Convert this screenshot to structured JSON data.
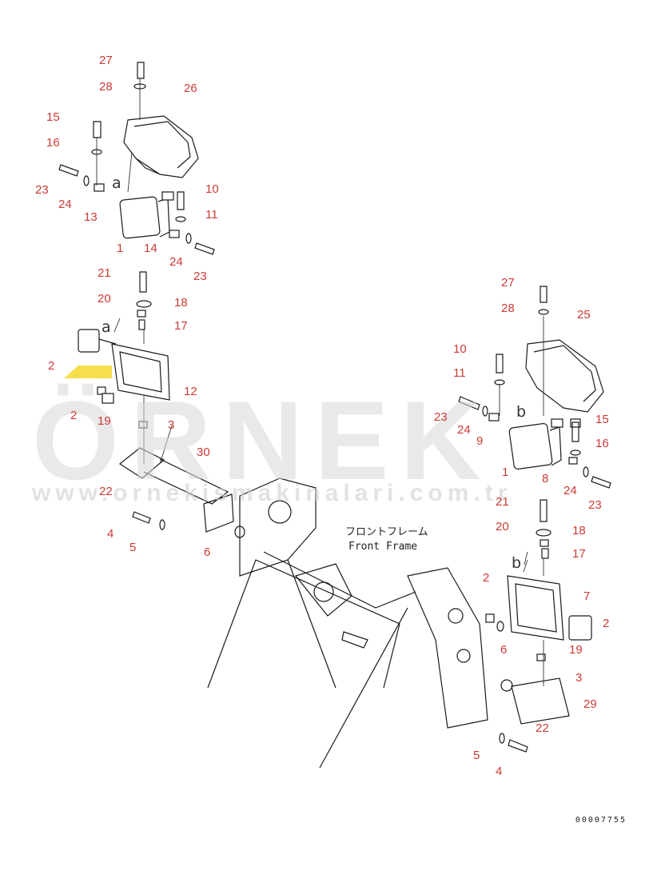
{
  "watermark": {
    "brand": "ÖRNEK",
    "url": "www.ornekismakinalari.com.tr",
    "accent_color": "#f2d000"
  },
  "frame_label": {
    "jp": "フロントフレーム",
    "en": "Front Frame"
  },
  "view_letters": [
    "a",
    "a",
    "b",
    "b"
  ],
  "doc_number": "00007755",
  "label_color": "#cc3b34",
  "part_labels": [
    "27",
    "28",
    "26",
    "15",
    "16",
    "23",
    "24",
    "13",
    "10",
    "11",
    "1",
    "14",
    "24",
    "23",
    "21",
    "20",
    "18",
    "17",
    "2",
    "12",
    "2",
    "19",
    "3",
    "22",
    "30",
    "4",
    "5",
    "6",
    "27",
    "28",
    "25",
    "10",
    "11",
    "23",
    "24",
    "9",
    "15",
    "16",
    "1",
    "8",
    "24",
    "23",
    "21",
    "20",
    "18",
    "17",
    "7",
    "2",
    "2",
    "6",
    "3",
    "29",
    "22",
    "5",
    "4",
    "19"
  ]
}
